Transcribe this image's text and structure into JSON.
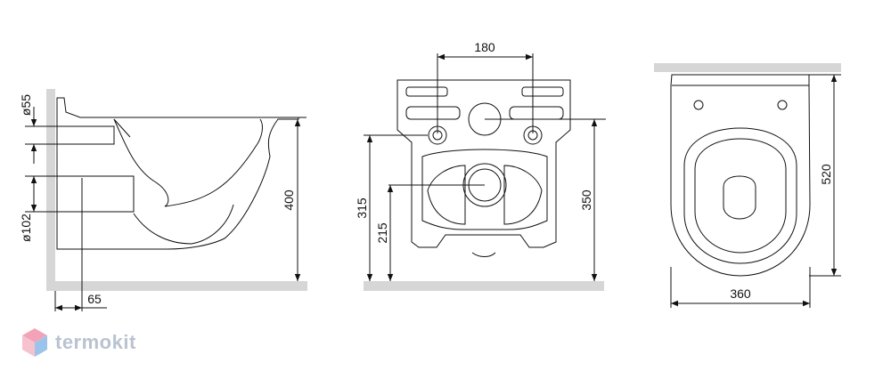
{
  "colors": {
    "line": "#111111",
    "wall": "#d6d6d6",
    "brand_text": "#b9c3d0",
    "logo_pink": "#f3a3b8",
    "logo_blue": "#9cc4ea"
  },
  "side_view": {
    "dim_pipe_top": "ø55",
    "dim_pipe_bottom": "ø102",
    "dim_wall_offset": "65",
    "dim_height": "400"
  },
  "back_view": {
    "dim_mount_spacing": "180",
    "dim_mount_height": "315",
    "dim_outlet_height": "215",
    "dim_inlet_height": "350"
  },
  "top_view": {
    "dim_length": "520",
    "dim_width": "360"
  },
  "watermark": {
    "text": "termokit",
    "icon": "cube-logo-icon"
  }
}
